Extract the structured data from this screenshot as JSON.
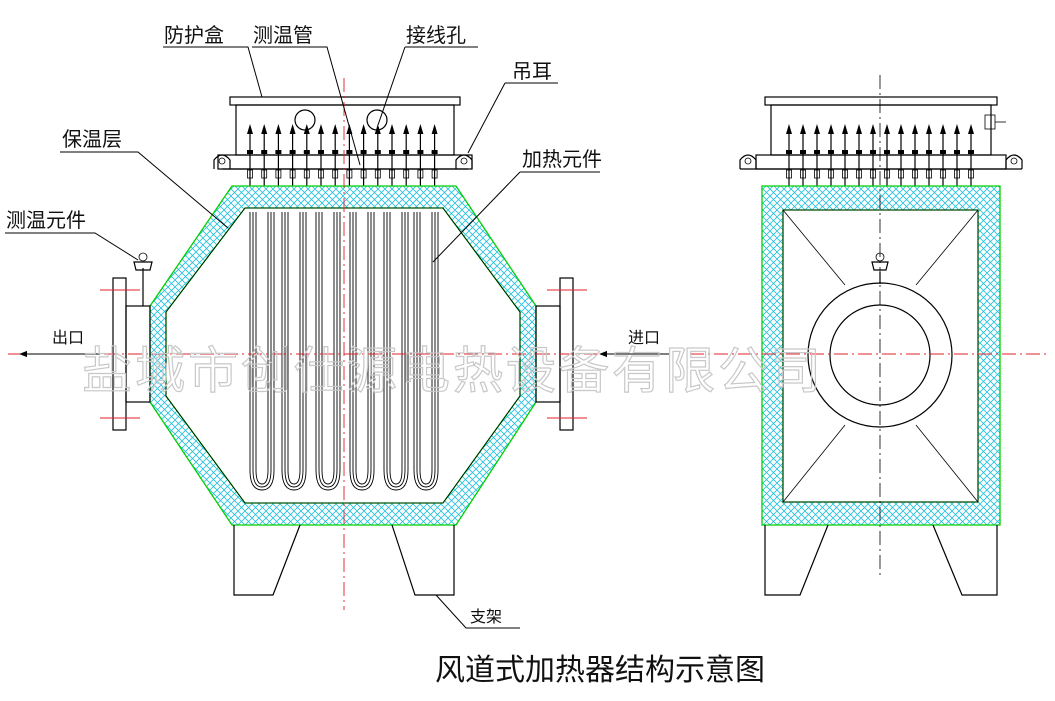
{
  "labels": {
    "protective_box": "防护盒",
    "temp_tube": "测温管",
    "wiring_hole": "接线孔",
    "lifting_lug": "吊耳",
    "insulation_layer": "保温层",
    "heating_element": "加热元件",
    "temp_sensor": "测温元件",
    "outlet": "出口",
    "inlet": "进口",
    "support": "支架"
  },
  "title": "风道式加热器结构示意图",
  "watermark": "盐城市创仕源电热设备有限公司",
  "colors": {
    "line": "#000000",
    "center_line": "#e0202a",
    "insulation_edge": "#00d000",
    "insulation_hatch": "#22c0e0"
  }
}
